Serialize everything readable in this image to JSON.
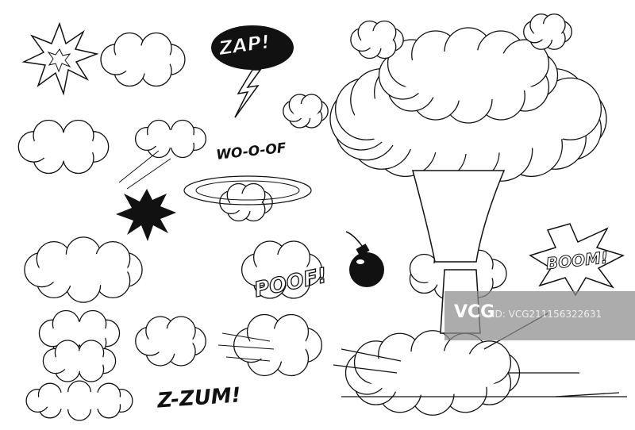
{
  "illustration": {
    "labels": {
      "zap": "ZAP!",
      "woof": "WO-O-OF",
      "poof": "POOF!",
      "boom": "BOOM!",
      "zzum": "Z-ZUM!"
    },
    "colors": {
      "ink": "#111111",
      "paper": "#ffffff",
      "shade": "#2a2a2a"
    }
  },
  "watermark": {
    "logo": "VCG",
    "id": "ID: VCG211156322631"
  }
}
